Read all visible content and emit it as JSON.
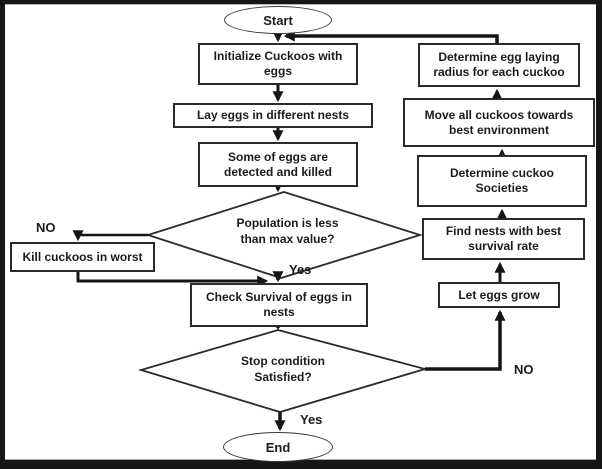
{
  "nodes": {
    "start": "Start",
    "init": "Initialize Cuckoos with eggs",
    "lay": "Lay eggs in different nests",
    "detect": "Some of eggs are detected and killed",
    "population": "Population is less than max value?",
    "kill": "Kill cuckoos in worst",
    "check": "Check Survival of eggs in nests",
    "stop": "Stop condition Satisfied?",
    "end": "End",
    "radius": "Determine egg laying radius for each cuckoo",
    "move": "Move all cuckoos towards best environment",
    "societies": "Determine cuckoo Societies",
    "find": "Find nests with best survival rate",
    "grow": "Let eggs grow"
  },
  "labels": {
    "no_left": "NO",
    "yes_mid": "Yes",
    "yes_bottom": "Yes",
    "no_right": "NO"
  },
  "colors": {
    "line": "#1a1a1a",
    "node_border": "#2a2a2a",
    "background": "#ffffff",
    "frame": "#161616"
  }
}
